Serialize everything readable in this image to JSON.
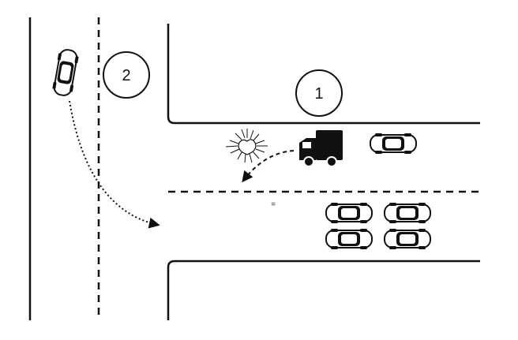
{
  "diagram": {
    "markers": [
      {
        "label": "1"
      },
      {
        "label": "2"
      }
    ],
    "small_mark": "=",
    "colors": {
      "stroke": "#111111",
      "vehicle_dark": "#111111",
      "vehicle_light": "#ffffff",
      "background": "#ffffff"
    },
    "icons": [
      "car-icon",
      "truck-icon",
      "crash-burst-icon",
      "path-arrow"
    ]
  }
}
